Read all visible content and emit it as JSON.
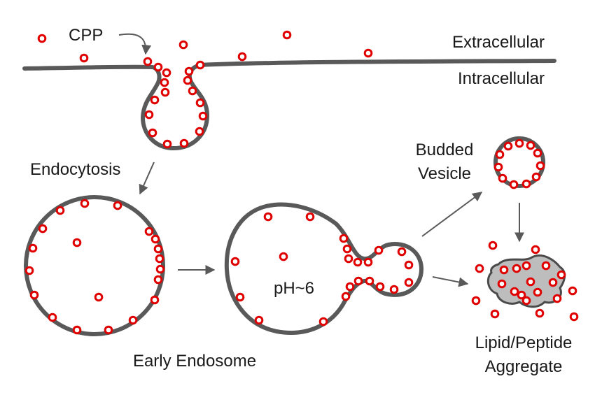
{
  "labels": {
    "cpp": "CPP",
    "extracellular": "Extracellular",
    "intracellular": "Intracellular",
    "endocytosis": "Endocytosis",
    "early_endosome": "Early Endosome",
    "ph": "pH~6",
    "budded_vesicle_line1": "Budded",
    "budded_vesicle_line2": "Vesicle",
    "aggregate_line1": "Lipid/Peptide",
    "aggregate_line2": "Aggregate"
  },
  "colors": {
    "membrane": "#595959",
    "peptide": "#e00000",
    "aggregate": "#bdbdbd",
    "text": "#1a1a1a"
  }
}
